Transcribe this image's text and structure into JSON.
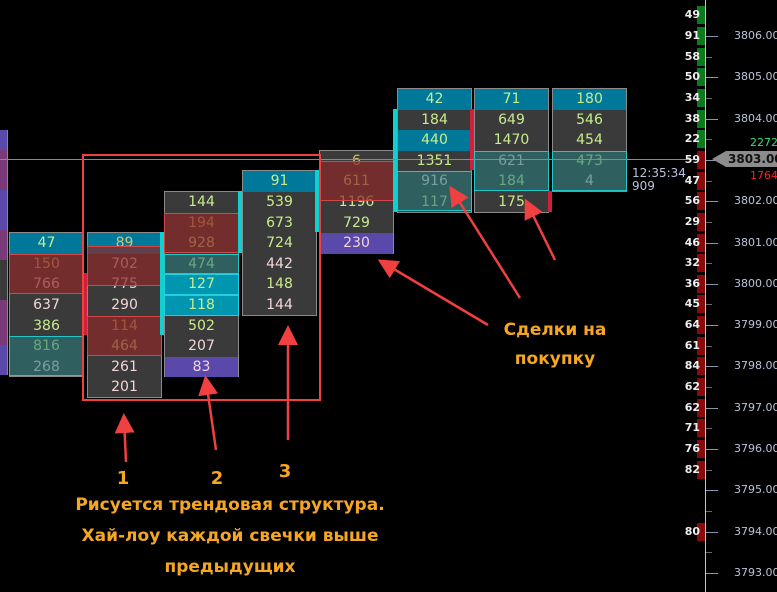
{
  "colors": {
    "buy_text": "#c8ec8c",
    "sell_text": "#f2d6d6",
    "mid_text": "#d8c070",
    "top_bg": "#00789a",
    "bottom_bg": "#5a48aa",
    "cyan_bg": "#0096b0",
    "red_band": "#6e2c2c",
    "teal_band": "#2a6a6a",
    "annotation": "#f5a623",
    "arrow": "#f04040"
  },
  "columns": [
    {
      "cells": [
        [
          "47",
          "g",
          "top"
        ],
        [
          "150",
          "y"
        ],
        [
          "766",
          "p"
        ],
        [
          "637",
          "p"
        ],
        [
          "386",
          "g"
        ],
        [
          "816",
          "g"
        ],
        [
          "268",
          "p"
        ]
      ]
    },
    {
      "cells": [
        [
          "89",
          "y",
          "top"
        ],
        [
          "702",
          "p"
        ],
        [
          "775",
          "p"
        ],
        [
          "290",
          "p"
        ],
        [
          "114",
          "y"
        ],
        [
          "464",
          "g"
        ],
        [
          "261",
          "p"
        ],
        [
          "201",
          "p"
        ]
      ]
    },
    {
      "cells": [
        [
          "144",
          "g"
        ],
        [
          "194",
          "y"
        ],
        [
          "928",
          "g"
        ],
        [
          "474",
          "g"
        ],
        [
          "127",
          "g",
          "cyan"
        ],
        [
          "118",
          "g",
          "cyan"
        ],
        [
          "502",
          "g"
        ],
        [
          "207",
          "p"
        ],
        [
          "83",
          "p",
          "bottom"
        ]
      ]
    },
    {
      "cells": [
        [
          "91",
          "g",
          "top"
        ],
        [
          "539",
          "g"
        ],
        [
          "673",
          "g"
        ],
        [
          "724",
          "g"
        ],
        [
          "442",
          "p"
        ],
        [
          "148",
          "g"
        ],
        [
          "144",
          "p"
        ]
      ]
    },
    {
      "cells": [
        [
          "6",
          "y"
        ],
        [
          "611",
          "g"
        ],
        [
          "1196",
          "g"
        ],
        [
          "729",
          "g"
        ],
        [
          "230",
          "p",
          "bottom"
        ]
      ]
    },
    {
      "cells": [
        [
          "42",
          "g",
          "top"
        ],
        [
          "184",
          "g"
        ],
        [
          "440",
          "g",
          "top"
        ],
        [
          "1351",
          "g"
        ],
        [
          "916",
          "p"
        ],
        [
          "117",
          "g"
        ]
      ]
    },
    {
      "cells": [
        [
          "71",
          "g",
          "top"
        ],
        [
          "649",
          "g"
        ],
        [
          "1470",
          "g"
        ],
        [
          "621",
          "p"
        ],
        [
          "184",
          "g"
        ],
        [
          "175",
          "g"
        ]
      ]
    },
    {
      "cells": [
        [
          "180",
          "g",
          "top"
        ],
        [
          "546",
          "g"
        ],
        [
          "454",
          "g"
        ],
        [
          "473",
          "g"
        ],
        [
          "4",
          "p"
        ]
      ]
    }
  ],
  "price_axis": [
    "3806.00",
    "3805.00",
    "3804.00",
    "3803.00",
    "3802.00",
    "3801.00",
    "3800.00",
    "3799.00",
    "3798.00",
    "3797.00",
    "3796.00",
    "3795.00",
    "3794.00",
    "3793.00"
  ],
  "axis_prices": [
    3806,
    3805,
    3804,
    3803,
    3802,
    3801,
    3800,
    3799,
    3798,
    3797,
    3796,
    3795,
    3794,
    3793
  ],
  "current_price": "3803.00",
  "ask_volume": "2272",
  "bid_volume": "1764",
  "timer": "12:35:34",
  "timer_volume": "909",
  "volume_profile": [
    {
      "price": 3806.5,
      "v": "49",
      "side": "buy"
    },
    {
      "price": 3806,
      "v": "91",
      "side": "buy"
    },
    {
      "price": 3805.5,
      "v": "58",
      "side": "buy"
    },
    {
      "price": 3805,
      "v": "50",
      "side": "buy"
    },
    {
      "price": 3804.5,
      "v": "34",
      "side": "buy"
    },
    {
      "price": 3804,
      "v": "38",
      "side": "buy"
    },
    {
      "price": 3803.5,
      "v": "22",
      "side": "buy"
    },
    {
      "price": 3803,
      "v": "59",
      "side": "sell"
    },
    {
      "price": 3802.5,
      "v": "47",
      "side": "sell"
    },
    {
      "price": 3802,
      "v": "56",
      "side": "sell"
    },
    {
      "price": 3801.5,
      "v": "29",
      "side": "sell"
    },
    {
      "price": 3801,
      "v": "46",
      "side": "sell"
    },
    {
      "price": 3800.5,
      "v": "32",
      "side": "sell"
    },
    {
      "price": 3800,
      "v": "36",
      "side": "sell"
    },
    {
      "price": 3799.5,
      "v": "45",
      "side": "sell"
    },
    {
      "price": 3799,
      "v": "64",
      "side": "sell"
    },
    {
      "price": 3798.5,
      "v": "61",
      "side": "sell"
    },
    {
      "price": 3798,
      "v": "84",
      "side": "sell"
    },
    {
      "price": 3797.5,
      "v": "62",
      "side": "sell"
    },
    {
      "price": 3797,
      "v": "62",
      "side": "sell"
    },
    {
      "price": 3796.5,
      "v": "71",
      "side": "sell"
    },
    {
      "price": 3796,
      "v": "76",
      "side": "sell"
    },
    {
      "price": 3795.5,
      "v": "82",
      "side": "sell"
    },
    {
      "price": 3794,
      "v": "80",
      "side": "sell"
    }
  ],
  "annotations": {
    "n1": "1",
    "n2": "2",
    "n3": "3",
    "trend_line1": "Рисуется трендовая структура.",
    "trend_line2": "Хай-лоу каждой свечки выше",
    "trend_line3": "предыдущих",
    "buy_line1": "Сделки на",
    "buy_line2": "покупку"
  }
}
